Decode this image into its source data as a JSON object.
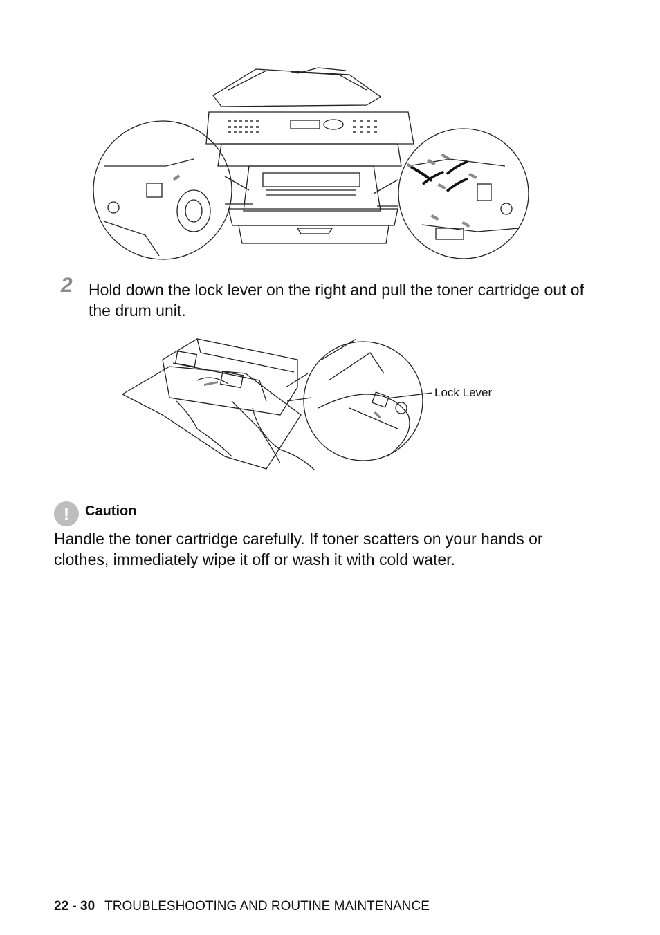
{
  "step": {
    "number": "2",
    "text": "Hold down the lock lever on the right and pull the toner cartridge out of the drum unit."
  },
  "figure2": {
    "callout_label": "Lock Lever"
  },
  "caution": {
    "icon_glyph": "!",
    "title": "Caution",
    "text": "Handle the toner cartridge carefully. If toner scatters on your hands or clothes, immediately wipe it off or wash it with cold water."
  },
  "footer": {
    "page_number": "22 - 30",
    "section_title": "TROUBLESHOOTING AND ROUTINE MAINTENANCE"
  }
}
